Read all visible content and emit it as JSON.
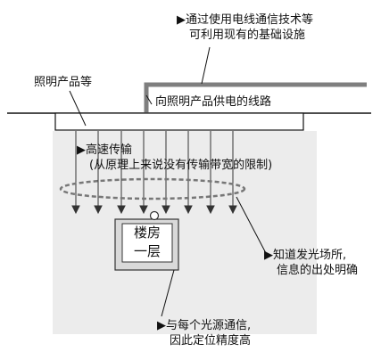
{
  "labels": {
    "infra_line1": "▶通过使用电线通信技术等",
    "infra_line2": "可利用现有的基础设施",
    "lighting_products": "照明产品等",
    "power_line": "向照明产品供电的线路",
    "high_speed_line1": "▶高速传输",
    "high_speed_line2": "(从原理上来说没有传输带宽的限制)",
    "box_line1": "楼房",
    "box_line2": "一层",
    "location_line1": "▶知道发光场所,",
    "location_line2": "信息的出处明确",
    "accuracy_line1": "▶与每个光源通信,",
    "accuracy_line2": "因此定位精度高"
  },
  "colors": {
    "panel_fill": "#ececec",
    "power_line": "#7f7f7f",
    "ellipse": "#777777",
    "ink": "#111111"
  }
}
